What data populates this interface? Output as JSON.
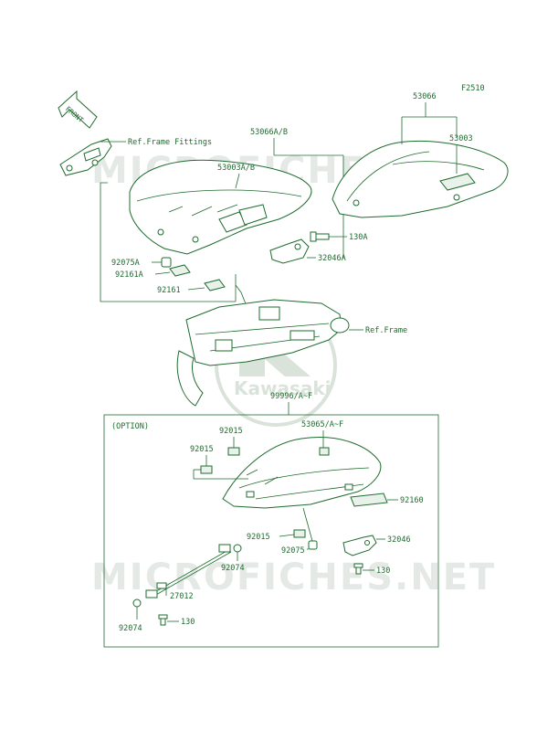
{
  "diagram_code": "F2510",
  "front_label": "FRONT",
  "watermark_text": "MICROFICHES.NET",
  "logo_text": "Kawasaki",
  "option_label": "(OPTION)",
  "labels": {
    "ref_frame_fittings": "Ref.Frame Fittings",
    "ref_frame": "Ref.Frame",
    "p53066": "53066",
    "p53003": "53003",
    "p53066ab": "53066A/B",
    "p53003ab": "53003A/B",
    "p130a": "130A",
    "p32046a": "32046A",
    "p92075a": "92075A",
    "p92161a": "92161A",
    "p92161": "92161",
    "p99996": "99996/A~F",
    "p92015_top": "92015",
    "p53065": "53065/A~F",
    "p92015_left": "92015",
    "p92160": "92160",
    "p92015_bottom": "92015",
    "p32046": "32046",
    "p92075": "92075",
    "p92074_upper": "92074",
    "p130": "130",
    "p27012": "27012",
    "p92074_lower": "92074",
    "p130_lower": "130"
  },
  "colors": {
    "line": "#1e6b2e",
    "watermark": "#cfd8d0"
  }
}
